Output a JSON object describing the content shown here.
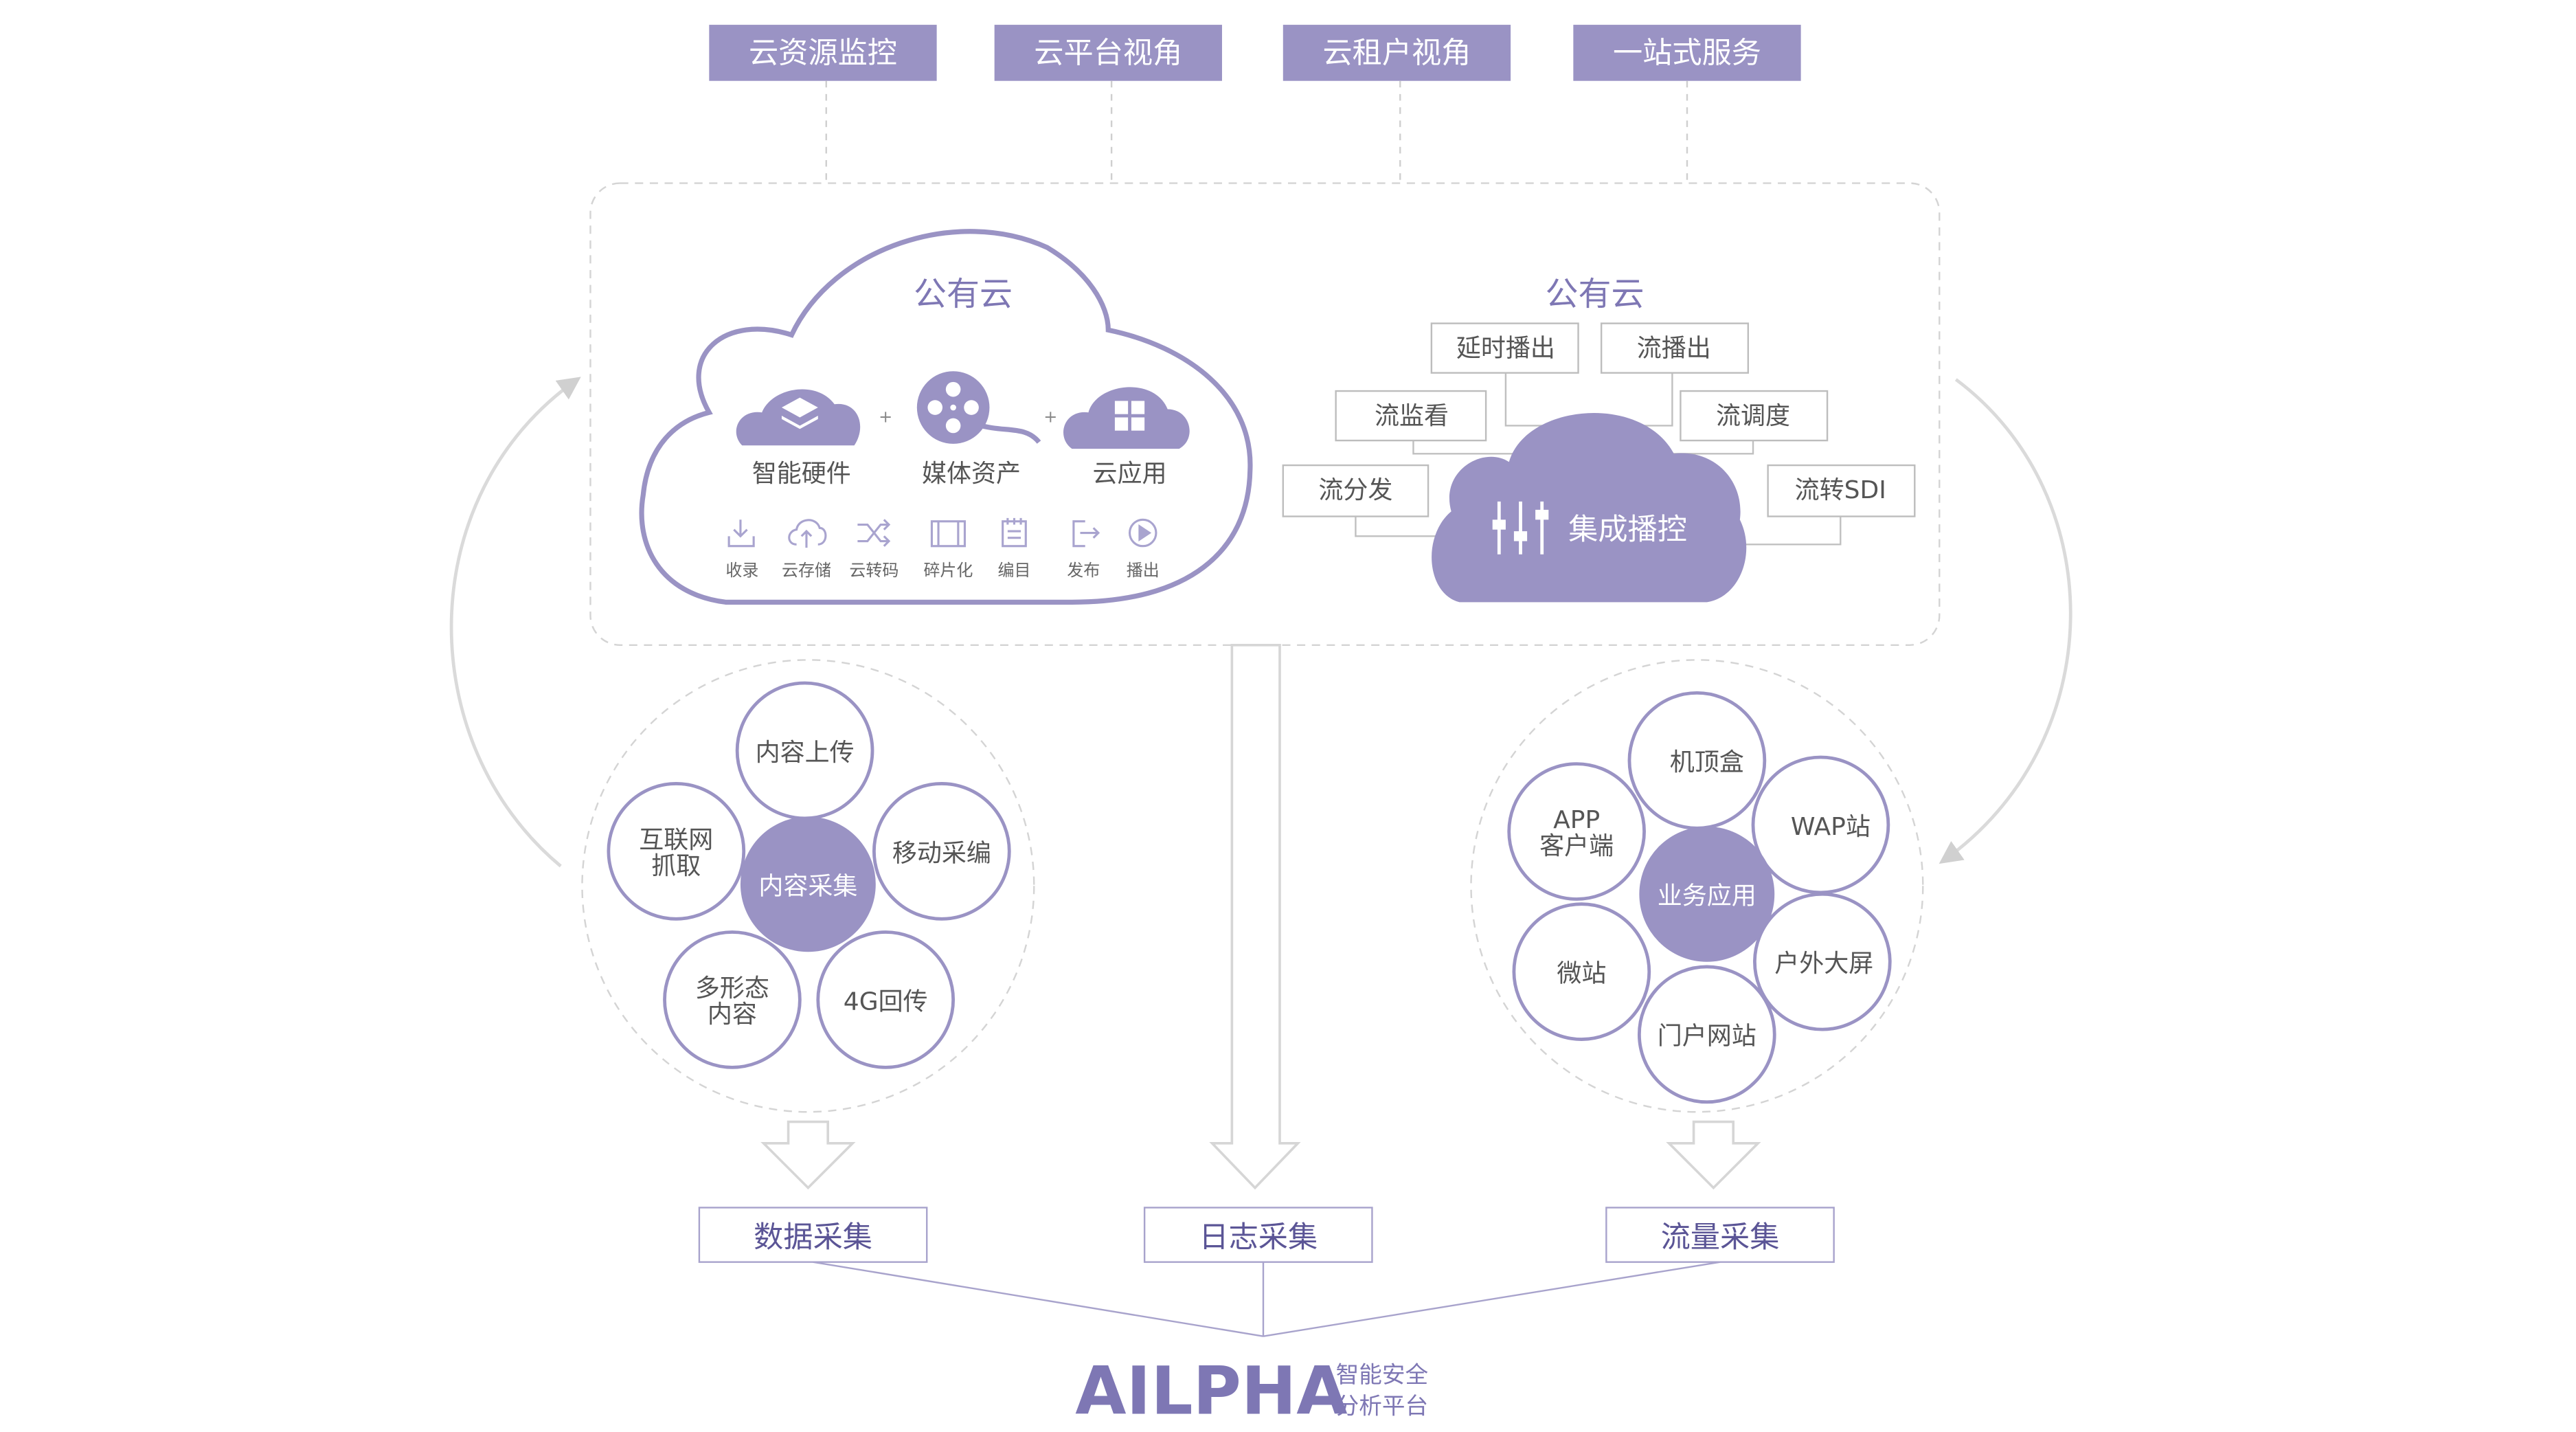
{
  "colors": {
    "primary": "#9a93c4",
    "primary_dark": "#7e77b4",
    "text": "#555555",
    "border": "#a9a9a9",
    "dashed": "#c9c9c9",
    "label_border": "#a8a3cc"
  },
  "top_tabs": [
    "云资源监控",
    "云平台视角",
    "云租户视角",
    "一站式服务"
  ],
  "left_cloud": {
    "title": "公有云",
    "components": [
      {
        "label": "智能硬件",
        "icon": "layers-icon"
      },
      {
        "label": "媒体资产",
        "icon": "film-reel-icon"
      },
      {
        "label": "云应用",
        "icon": "grid-icon"
      }
    ],
    "plus": "+",
    "tools": [
      {
        "label": "收录",
        "icon": "inbox-icon"
      },
      {
        "label": "云存储",
        "icon": "cloud-upload-icon"
      },
      {
        "label": "云转码",
        "icon": "shuffle-icon"
      },
      {
        "label": "碎片化",
        "icon": "film-strip-icon"
      },
      {
        "label": "编目",
        "icon": "notebook-icon"
      },
      {
        "label": "发布",
        "icon": "export-icon"
      },
      {
        "label": "播出",
        "icon": "play-icon"
      }
    ]
  },
  "right_cloud": {
    "title": "公有云",
    "center_label": "集成播控",
    "center_icon": "equalizer-icon",
    "services": [
      "延时播出",
      "流播出",
      "流监看",
      "流调度",
      "流分发",
      "流转SDI"
    ]
  },
  "content_cluster": {
    "center": "内容采集",
    "petals": [
      "内容上传",
      "移动采编",
      "4G回传",
      "多形态\n内容",
      "互联网\n抓取"
    ]
  },
  "app_cluster": {
    "center": "业务应用",
    "petals": [
      "机顶盒",
      "WAP站",
      "户外大屏",
      "门户网站",
      "微站",
      "APP\n客户端"
    ]
  },
  "collectors": [
    "数据采集",
    "日志采集",
    "流量采集"
  ],
  "brand": {
    "logo": "AILPHA",
    "tagline_1": "智能安全",
    "tagline_2": "分析平台"
  }
}
